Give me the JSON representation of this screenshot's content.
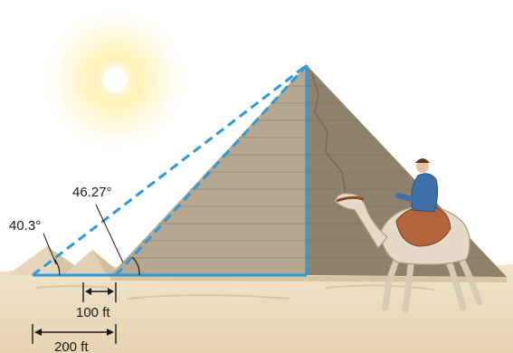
{
  "figure": {
    "angle_far": "40.3°",
    "angle_near": "46.27°",
    "distance_between": "100 ft",
    "distance_far": "200 ft"
  },
  "colors": {
    "sight_lines": "#2b9ad6",
    "height_line": "#2b9ad6",
    "pyramid_light": "#b5a790",
    "pyramid_dark": "#8f826d",
    "sand": "#ecdcc0",
    "sun": "#fff6c8"
  },
  "icons": [
    "sun-icon",
    "pyramid-illustration",
    "camel-rider-illustration"
  ]
}
